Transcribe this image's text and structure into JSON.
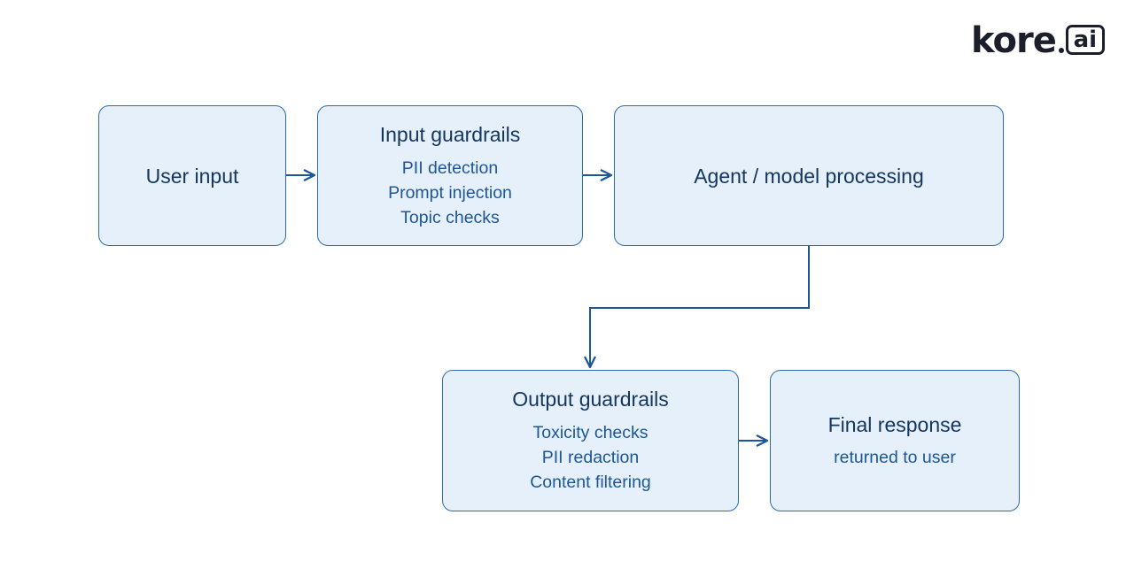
{
  "brand": {
    "logo_text": "kore",
    "logo_badge": "ai"
  },
  "colors": {
    "box_fill": "#e6f0fb",
    "box_border": "#2c6bb0",
    "title_text": "#13365e",
    "item_text": "#1d5698",
    "arrow": "#1d5698"
  },
  "nodes": {
    "user_input": {
      "title": "User input"
    },
    "input_guardrails": {
      "title": "Input guardrails",
      "items": [
        "PII detection",
        "Prompt injection",
        "Topic checks"
      ]
    },
    "agent": {
      "title": "Agent / model processing"
    },
    "output_guardrails": {
      "title": "Output guardrails",
      "items": [
        "Toxicity checks",
        "PII redaction",
        "Content filtering"
      ]
    },
    "final_response": {
      "title": "Final response",
      "subtitle": "returned to user"
    }
  },
  "edges": [
    {
      "from": "user_input",
      "to": "input_guardrails"
    },
    {
      "from": "input_guardrails",
      "to": "agent"
    },
    {
      "from": "agent",
      "to": "output_guardrails"
    },
    {
      "from": "output_guardrails",
      "to": "final_response"
    }
  ]
}
